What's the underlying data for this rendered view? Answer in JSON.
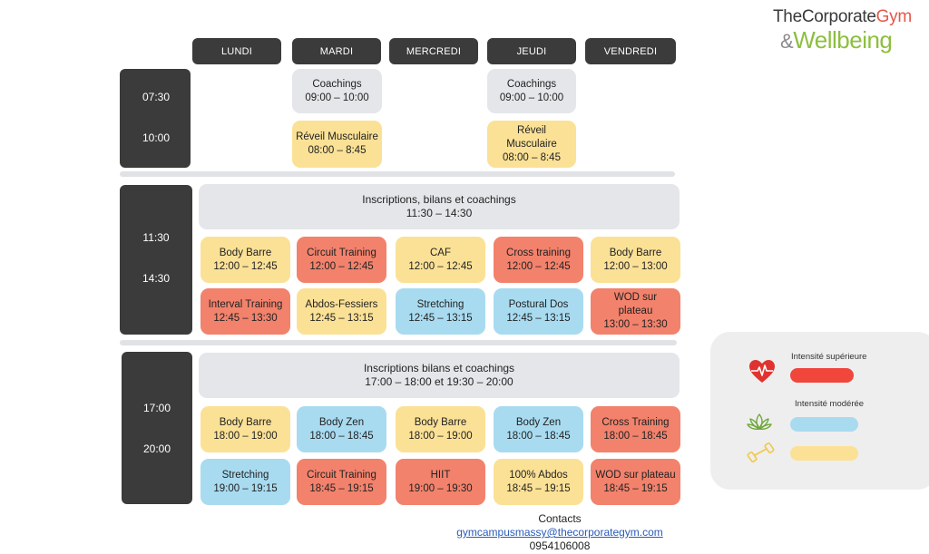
{
  "brand": {
    "line1_a": "TheCorporate",
    "line1_b": "Gym",
    "amp": "&",
    "line2": "Wellbeing"
  },
  "days": [
    "LUNDI",
    "MARDI",
    "MERCREDI",
    "JEUDI",
    "VENDREDI"
  ],
  "morning": {
    "times": [
      "07:30",
      "10:00"
    ],
    "coachings_mardi": {
      "title": "Coachings",
      "time": "09:00 – 10:00"
    },
    "coachings_jeudi": {
      "title": "Coachings",
      "time": "09:00 – 10:00"
    },
    "reveil_mardi": {
      "title": "Réveil Musculaire",
      "time": "08:00 – 8:45"
    },
    "reveil_jeudi": {
      "title1": "Réveil",
      "title2": "Musculaire",
      "time": "08:00 – 8:45"
    }
  },
  "midday": {
    "times": [
      "11:30",
      "14:30"
    ],
    "banner": {
      "title": "Inscriptions, bilans et coachings",
      "time": "11:30 – 14:30"
    },
    "row1": [
      {
        "title": "Body Barre",
        "time": "12:00 – 12:45",
        "color": "yellow"
      },
      {
        "title": "Circuit Training",
        "time": "12:00 – 12:45",
        "color": "red"
      },
      {
        "title": "CAF",
        "time": "12:00 – 12:45",
        "color": "yellow"
      },
      {
        "title": "Cross training",
        "time": "12:00 – 12:45",
        "color": "red"
      },
      {
        "title": "Body Barre",
        "time": "12:00 – 13:00",
        "color": "yellow"
      }
    ],
    "row2": [
      {
        "title": "Interval Training",
        "time": "12:45 – 13:30",
        "color": "red"
      },
      {
        "title": "Abdos-Fessiers",
        "time": "12:45 – 13:15",
        "color": "yellow"
      },
      {
        "title": "Stretching",
        "time": "12:45 – 13:15",
        "color": "blue"
      },
      {
        "title": "Postural Dos",
        "time": "12:45 – 13:15",
        "color": "blue"
      },
      {
        "title": "WOD sur plateau",
        "time": "13:00 – 13:30",
        "color": "red"
      }
    ]
  },
  "evening": {
    "times": [
      "17:00",
      "20:00"
    ],
    "banner": {
      "title": "Inscriptions bilans et coachings",
      "time": "17:00 – 18:00 et 19:30 – 20:00"
    },
    "row1": [
      {
        "title": "Body Barre",
        "time": "18:00 – 19:00",
        "color": "yellow"
      },
      {
        "title": "Body Zen",
        "time": "18:00 – 18:45",
        "color": "blue"
      },
      {
        "title": "Body Barre",
        "time": "18:00 – 19:00",
        "color": "yellow"
      },
      {
        "title": "Body Zen",
        "time": "18:00 – 18:45",
        "color": "blue"
      },
      {
        "title": "Cross Training",
        "time": "18:00 – 18:45",
        "color": "red"
      }
    ],
    "row2": [
      {
        "title": "Stretching",
        "time": "19:00 – 19:15",
        "color": "blue"
      },
      {
        "title": "Circuit Training",
        "time": "18:45 – 19:15",
        "color": "red"
      },
      {
        "title": "HIIT",
        "time": "19:00 – 19:30",
        "color": "red"
      },
      {
        "title": "100% Abdos",
        "time": "18:45 – 19:15",
        "color": "yellow"
      },
      {
        "title": "WOD sur plateau",
        "time": "18:45 – 19:15",
        "color": "red"
      }
    ]
  },
  "legend": {
    "high": "Intensité supérieure",
    "moderate": "Intensité modérée",
    "colors": {
      "high": "#f0463c",
      "moderate": "#a8dbf0",
      "light": "#fbe196"
    },
    "icons": [
      "heart-pulse-icon",
      "lotus-icon",
      "dumbbell-icon"
    ]
  },
  "contacts": {
    "title": "Contacts",
    "email": "gymcampusmassy@thecorporategym.com",
    "phone": "0954106008"
  }
}
